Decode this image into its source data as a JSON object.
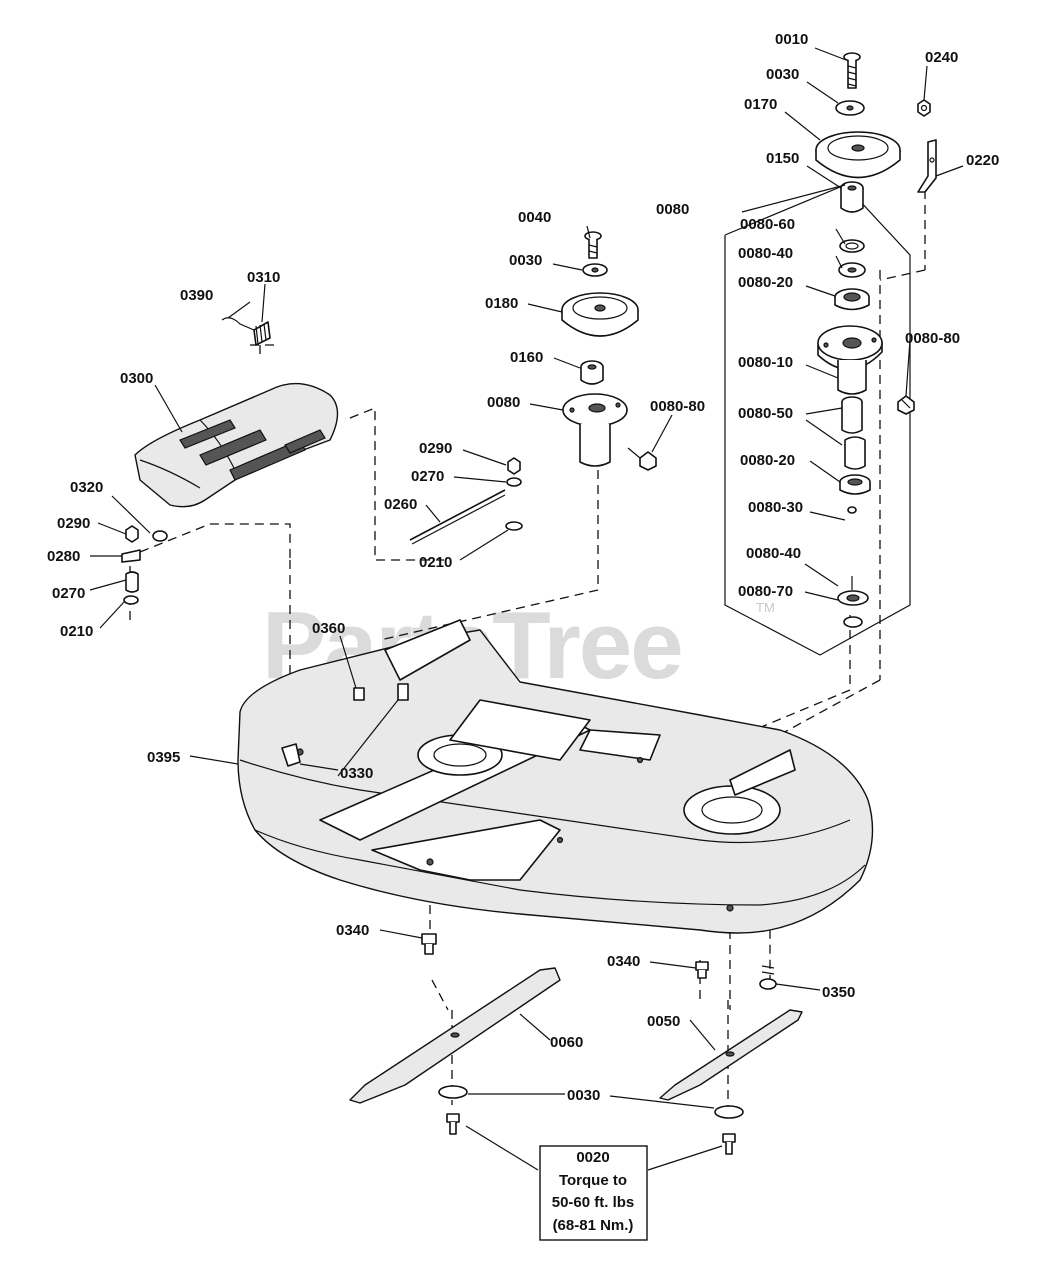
{
  "watermark": {
    "text": "PartsTree",
    "tm": "TM"
  },
  "labels": [
    {
      "id": "0010",
      "text": "0010"
    },
    {
      "id": "0240",
      "text": "0240"
    },
    {
      "id": "0030a",
      "text": "0030"
    },
    {
      "id": "0170",
      "text": "0170"
    },
    {
      "id": "0150",
      "text": "0150"
    },
    {
      "id": "0220",
      "text": "0220"
    },
    {
      "id": "0080a",
      "text": "0080"
    },
    {
      "id": "0040",
      "text": "0040"
    },
    {
      "id": "0080-60",
      "text": "0080-60"
    },
    {
      "id": "0080-40a",
      "text": "0080-40"
    },
    {
      "id": "0030b",
      "text": "0030"
    },
    {
      "id": "0080-20a",
      "text": "0080-20"
    },
    {
      "id": "0390",
      "text": "0390"
    },
    {
      "id": "0310",
      "text": "0310"
    },
    {
      "id": "0180",
      "text": "0180"
    },
    {
      "id": "0080-80a",
      "text": "0080-80"
    },
    {
      "id": "0160",
      "text": "0160"
    },
    {
      "id": "0080-10",
      "text": "0080-10"
    },
    {
      "id": "0300",
      "text": "0300"
    },
    {
      "id": "0080b",
      "text": "0080"
    },
    {
      "id": "0080-80b",
      "text": "0080-80"
    },
    {
      "id": "0080-50",
      "text": "0080-50"
    },
    {
      "id": "0290a",
      "text": "0290"
    },
    {
      "id": "0270a",
      "text": "0270"
    },
    {
      "id": "0080-20b",
      "text": "0080-20"
    },
    {
      "id": "0320",
      "text": "0320"
    },
    {
      "id": "0260",
      "text": "0260"
    },
    {
      "id": "0080-30",
      "text": "0080-30"
    },
    {
      "id": "0290b",
      "text": "0290"
    },
    {
      "id": "0210a",
      "text": "0210"
    },
    {
      "id": "0280",
      "text": "0280"
    },
    {
      "id": "0080-40b",
      "text": "0080-40"
    },
    {
      "id": "0270b",
      "text": "0270"
    },
    {
      "id": "0080-70",
      "text": "0080-70"
    },
    {
      "id": "0210b",
      "text": "0210"
    },
    {
      "id": "0360",
      "text": "0360"
    },
    {
      "id": "0395",
      "text": "0395"
    },
    {
      "id": "0330",
      "text": "0330"
    },
    {
      "id": "0340a",
      "text": "0340"
    },
    {
      "id": "0340b",
      "text": "0340"
    },
    {
      "id": "0350",
      "text": "0350"
    },
    {
      "id": "0050",
      "text": "0050"
    },
    {
      "id": "0060",
      "text": "0060"
    },
    {
      "id": "0030c",
      "text": "0030"
    }
  ],
  "note": {
    "lines": [
      "0020",
      "Torque to",
      "50-60 ft. lbs",
      "(68-81 Nm.)"
    ]
  }
}
